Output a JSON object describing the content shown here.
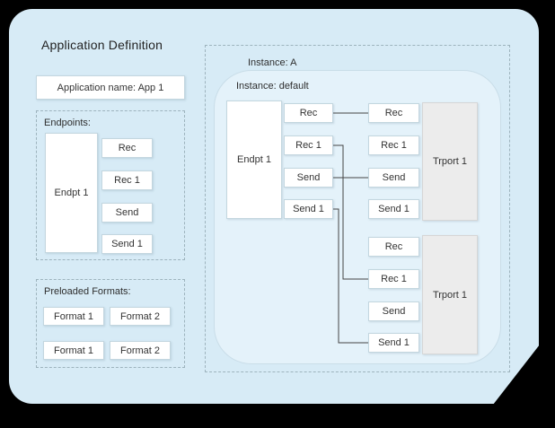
{
  "card": {
    "title": "Application Definition"
  },
  "app_name": {
    "label": "Application name: App 1"
  },
  "endpoints": {
    "label": "Endpoints:",
    "endpoint_name": "Endpt 1",
    "ports": [
      "Rec",
      "Rec 1",
      "Send",
      "Send 1"
    ]
  },
  "formats": {
    "label": "Preloaded Formats:",
    "row1": [
      "Format 1",
      "Format 2"
    ],
    "row2": [
      "Format 1",
      "Format 2"
    ]
  },
  "instance": {
    "label": "Instance: A",
    "default": {
      "label": "Instance: default",
      "endpoint": {
        "name": "Endpt 1",
        "ports": [
          "Rec",
          "Rec 1",
          "Send",
          "Send 1"
        ]
      },
      "transport_top": {
        "name": "Trport 1",
        "ports": [
          "Rec",
          "Rec 1",
          "Send",
          "Send 1"
        ]
      },
      "transport_bottom": {
        "name": "Trport 1",
        "ports": [
          "Rec",
          "Rec 1",
          "Send",
          "Send 1"
        ]
      },
      "connections": [
        {
          "from": "Endpt 1.Rec",
          "to": "Trport 1 (top).Rec"
        },
        {
          "from": "Endpt 1.Rec 1",
          "to": "Trport 1 (bottom).Rec 1"
        },
        {
          "from": "Endpt 1.Send",
          "to": "Trport 1 (top).Send"
        },
        {
          "from": "Endpt 1.Send 1",
          "to": "Trport 1 (bottom).Send 1"
        }
      ]
    }
  },
  "colors": {
    "background": "#000000",
    "card_bg": "#d7ebf6",
    "instance_bg": "#e4f2fa",
    "node_bg": "#ffffff",
    "transport_bg": "#ececec",
    "connector": "#444444"
  }
}
